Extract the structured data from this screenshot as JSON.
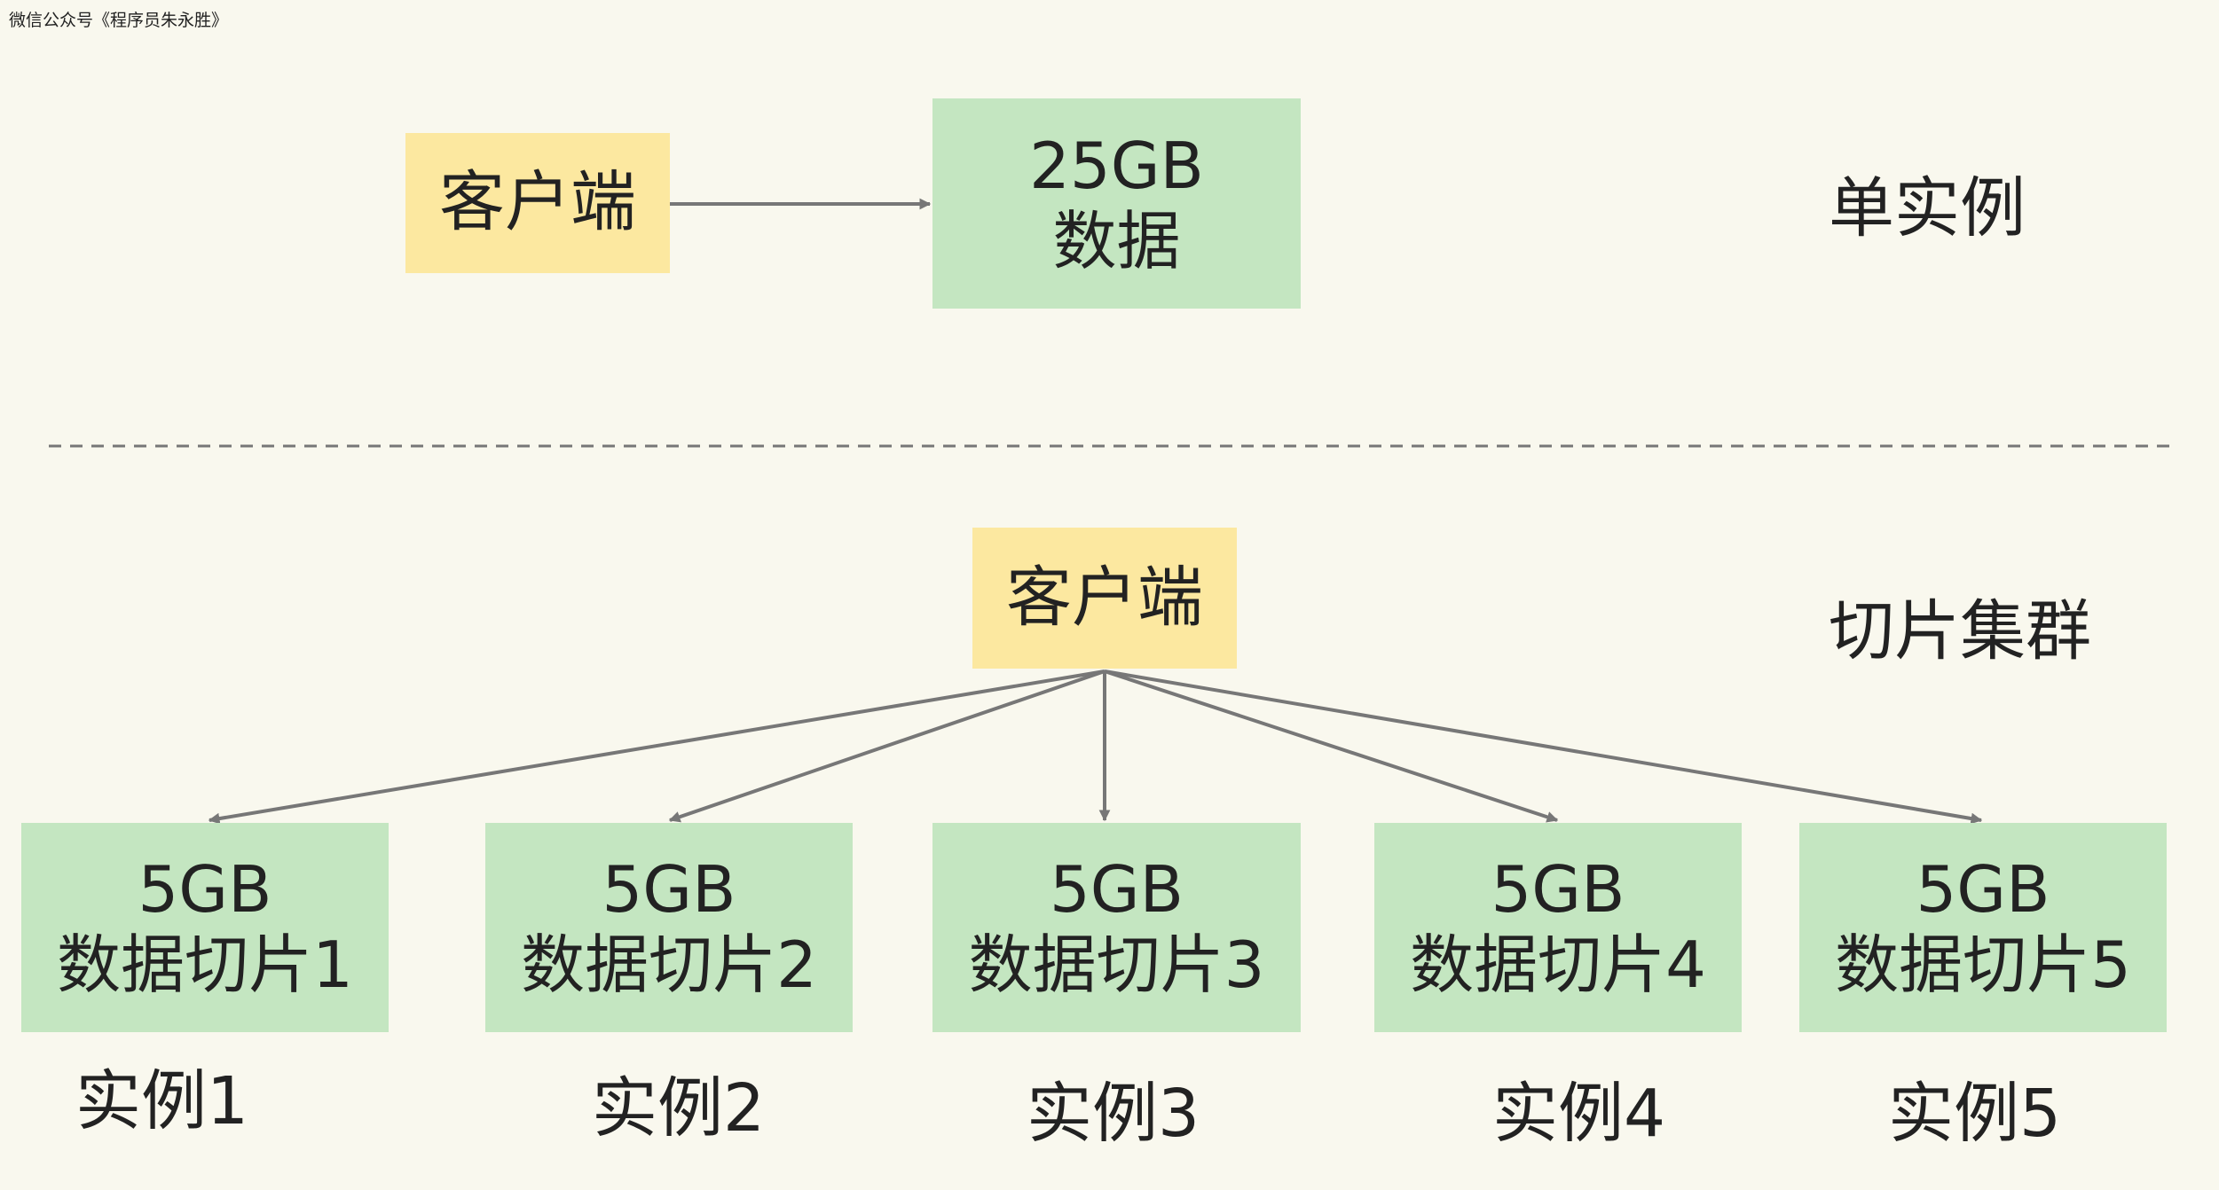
{
  "watermark": "微信公众号《程序员朱永胜》",
  "colors": {
    "background": "#f9f8ee",
    "client_box": "#fce8a0",
    "data_box": "#c4e6c1",
    "arrow": "#777777",
    "divider": "#777777",
    "text": "#222222"
  },
  "single_instance": {
    "client_label": "客户端",
    "data_line1": "25GB",
    "data_line2": "数据",
    "mode_label": "单实例"
  },
  "sharded_cluster": {
    "client_label": "客户端",
    "mode_label": "切片集群",
    "shards": [
      {
        "size": "5GB",
        "name": "数据切片1",
        "instance": "实例1"
      },
      {
        "size": "5GB",
        "name": "数据切片2",
        "instance": "实例2"
      },
      {
        "size": "5GB",
        "name": "数据切片3",
        "instance": "实例3"
      },
      {
        "size": "5GB",
        "name": "数据切片4",
        "instance": "实例4"
      },
      {
        "size": "5GB",
        "name": "数据切片5",
        "instance": "实例5"
      }
    ]
  }
}
